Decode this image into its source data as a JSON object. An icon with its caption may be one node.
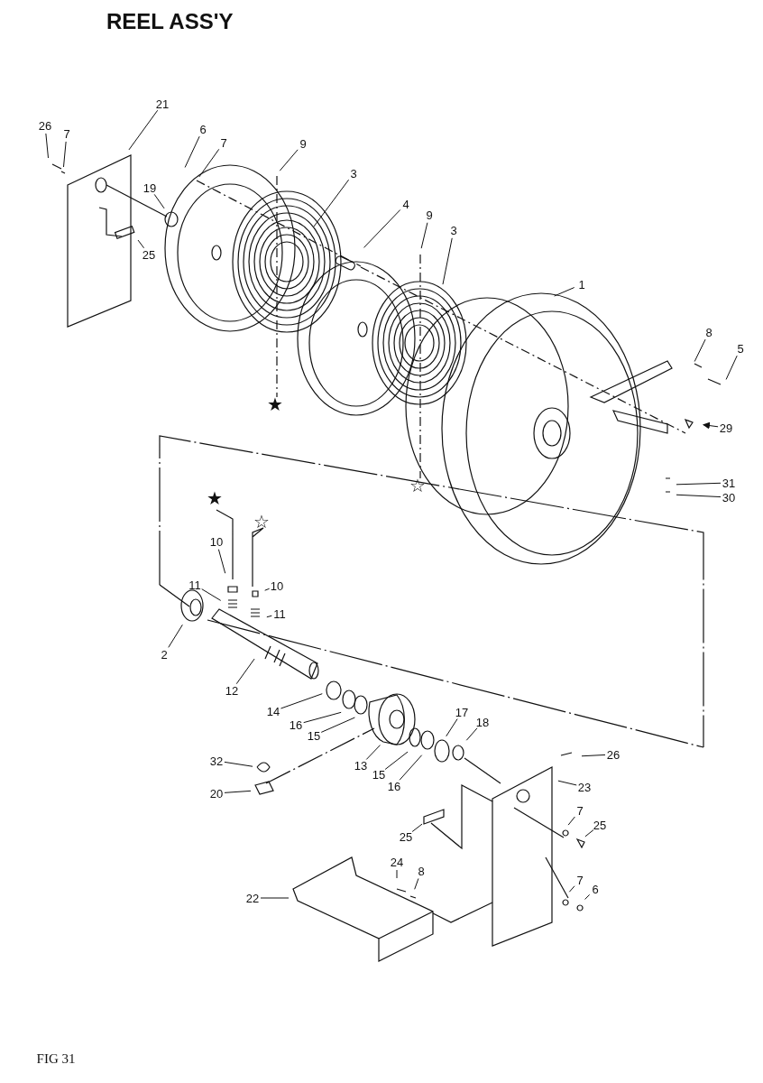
{
  "diagram": {
    "title": "REEL ASS'Y",
    "nodes": [
      {
        "text": [
          "21"
        ]
      },
      {
        "text": [
          "26"
        ]
      },
      {
        "text": [
          "7"
        ]
      },
      {
        "text": [
          "6"
        ]
      },
      {
        "text": [
          "7"
        ]
      },
      {
        "text": [
          "9"
        ]
      },
      {
        "text": [
          "3"
        ]
      },
      {
        "text": [
          "19"
        ]
      },
      {
        "text": [
          "25"
        ]
      },
      {
        "text": [
          "4"
        ]
      },
      {
        "text": [
          "9"
        ]
      },
      {
        "text": [
          "3"
        ]
      },
      {
        "text": [
          "1"
        ]
      },
      {
        "text": [
          "8"
        ]
      },
      {
        "text": [
          "5"
        ]
      },
      {
        "text": [
          "29"
        ]
      },
      {
        "text": [
          "31"
        ]
      },
      {
        "text": [
          "30"
        ]
      },
      {
        "text": [
          "10"
        ]
      },
      {
        "text": [
          "11"
        ]
      },
      {
        "text": [
          "10"
        ]
      },
      {
        "text": [
          "11"
        ]
      },
      {
        "text": [
          "2"
        ]
      },
      {
        "text": [
          "12"
        ]
      },
      {
        "text": [
          "14"
        ]
      },
      {
        "text": [
          "16"
        ]
      },
      {
        "text": [
          "15"
        ]
      },
      {
        "text": [
          "13"
        ]
      },
      {
        "text": [
          "15"
        ]
      },
      {
        "text": [
          "16"
        ]
      },
      {
        "text": [
          "17"
        ]
      },
      {
        "text": [
          "18"
        ]
      },
      {
        "text": [
          "32"
        ]
      },
      {
        "text": [
          "20"
        ]
      },
      {
        "text": [
          "26"
        ]
      },
      {
        "text": [
          "23"
        ]
      },
      {
        "text": [
          "25"
        ]
      },
      {
        "text": [
          "7"
        ]
      },
      {
        "text": [
          "25"
        ]
      },
      {
        "text": [
          "24"
        ]
      },
      {
        "text": [
          "8"
        ]
      },
      {
        "text": [
          "22"
        ]
      },
      {
        "text": [
          "7"
        ]
      },
      {
        "text": [
          "6"
        ]
      }
    ],
    "edges": [
      {
        "from": 0,
        "to": null,
        "arrow": "none"
      },
      {
        "from": 1,
        "to": null,
        "arrow": "none"
      },
      {
        "from": 2,
        "to": null,
        "arrow": "none"
      },
      {
        "from": 3,
        "to": null,
        "arrow": "none"
      },
      {
        "from": 4,
        "to": null,
        "arrow": "none"
      },
      {
        "from": 5,
        "to": null,
        "arrow": "none"
      },
      {
        "from": 6,
        "to": null,
        "arrow": "none"
      },
      {
        "from": 7,
        "to": null,
        "arrow": "none"
      },
      {
        "from": 8,
        "to": null,
        "arrow": "none"
      },
      {
        "from": 9,
        "to": null,
        "arrow": "none"
      },
      {
        "from": 10,
        "to": null,
        "arrow": "none"
      },
      {
        "from": 11,
        "to": null,
        "arrow": "none"
      },
      {
        "from": 12,
        "to": null,
        "arrow": "none"
      },
      {
        "from": 13,
        "to": null,
        "arrow": "none"
      },
      {
        "from": 14,
        "to": null,
        "arrow": "none"
      },
      {
        "from": 15,
        "to": null,
        "arrow": "to"
      },
      {
        "from": 16,
        "to": null,
        "arrow": "none"
      },
      {
        "from": 17,
        "to": null,
        "arrow": "none"
      },
      {
        "from": 18,
        "to": null,
        "arrow": "none"
      },
      {
        "from": 19,
        "to": null,
        "arrow": "none"
      },
      {
        "from": 20,
        "to": null,
        "arrow": "none"
      },
      {
        "from": 21,
        "to": null,
        "arrow": "none"
      },
      {
        "from": 22,
        "to": null,
        "arrow": "none"
      },
      {
        "from": 23,
        "to": null,
        "arrow": "none"
      },
      {
        "from": 24,
        "to": null,
        "arrow": "none"
      },
      {
        "from": 25,
        "to": null,
        "arrow": "none"
      },
      {
        "from": 26,
        "to": null,
        "arrow": "none"
      },
      {
        "from": 27,
        "to": null,
        "arrow": "none"
      },
      {
        "from": 28,
        "to": null,
        "arrow": "none"
      },
      {
        "from": 29,
        "to": null,
        "arrow": "none"
      },
      {
        "from": 30,
        "to": null,
        "arrow": "none"
      },
      {
        "from": 31,
        "to": null,
        "arrow": "none"
      },
      {
        "from": 32,
        "to": null,
        "arrow": "none"
      },
      {
        "from": 33,
        "to": null,
        "arrow": "none"
      },
      {
        "from": 34,
        "to": null,
        "arrow": "none"
      },
      {
        "from": 35,
        "to": null,
        "arrow": "none"
      },
      {
        "from": 36,
        "to": null,
        "arrow": "none"
      },
      {
        "from": 37,
        "to": null,
        "arrow": "none"
      },
      {
        "from": 38,
        "to": null,
        "arrow": "none"
      },
      {
        "from": 39,
        "to": null,
        "arrow": "none"
      },
      {
        "from": 40,
        "to": null,
        "arrow": "none"
      },
      {
        "from": 41,
        "to": null,
        "arrow": "none"
      },
      {
        "from": 42,
        "to": null,
        "arrow": "none"
      },
      {
        "from": 43,
        "to": null,
        "arrow": "none"
      }
    ],
    "labels": [
      "★",
      "☆",
      "★",
      "☆",
      "FIG 31"
    ]
  }
}
